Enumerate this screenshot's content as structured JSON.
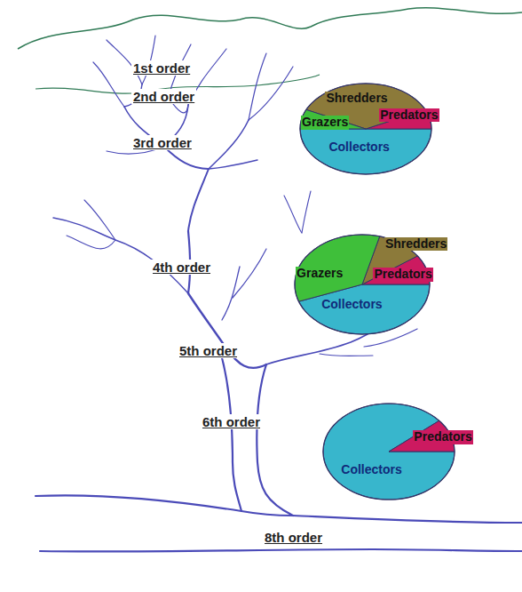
{
  "diagram": {
    "nodes": [
      {
        "text": [
          "Shredders",
          "Grazers",
          "Predators",
          "Collectors"
        ]
      },
      {
        "text": [
          "Shredders",
          "Grazers",
          "Predators",
          "Collectors"
        ]
      },
      {
        "text": [
          "Predators",
          "Collectors"
        ]
      }
    ],
    "labels": [
      "1st order",
      "2nd order",
      "3rd order",
      "4th order",
      "5th order",
      "6th order",
      "8th order"
    ]
  }
}
